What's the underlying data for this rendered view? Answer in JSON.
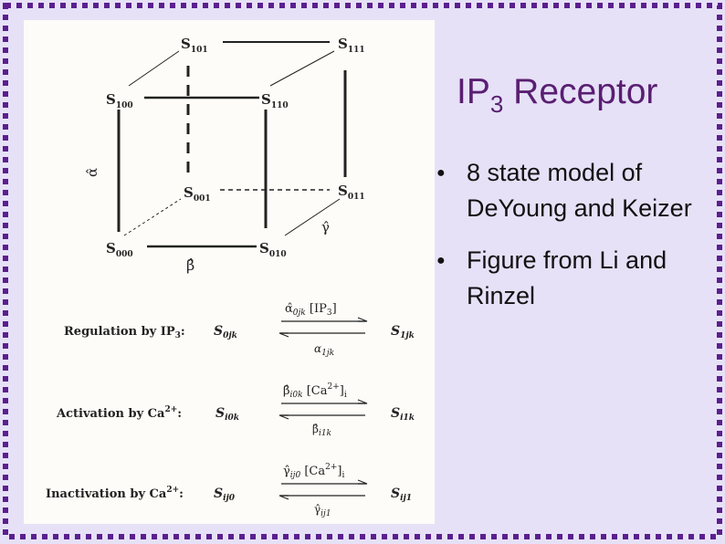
{
  "slide": {
    "title_main": "IP",
    "title_sub": "3",
    "title_rest": " Receptor",
    "bullets": [
      {
        "text": "8 state model of DeYoung and Keizer"
      },
      {
        "text": "Figure from Li and Rinzel"
      }
    ],
    "bullet_glyph": "●",
    "accent_color": "#5a1e72",
    "background_color": "#e6e1f7"
  },
  "figure": {
    "states": {
      "s101": {
        "base": "S",
        "sub": "101"
      },
      "s111": {
        "base": "S",
        "sub": "111"
      },
      "s100": {
        "base": "S",
        "sub": "100"
      },
      "s110": {
        "base": "S",
        "sub": "110"
      },
      "s001": {
        "base": "S",
        "sub": "001"
      },
      "s011": {
        "base": "S",
        "sub": "011"
      },
      "s000": {
        "base": "S",
        "sub": "000"
      },
      "s010": {
        "base": "S",
        "sub": "010"
      }
    },
    "rate_labels": {
      "alpha": "α̂",
      "beta": "β̂",
      "gamma": "γ̂"
    },
    "reactions": [
      {
        "label": "Regulation by IP",
        "label_sub": "3",
        "label_end": ":",
        "left_base": "S",
        "left_sub": "0jk",
        "right_base": "S",
        "right_sub": "1jk",
        "top_base": "α̂",
        "top_sub": "0jk",
        "top_rest": " [IP",
        "top_rest_sub": "3",
        "top_end": "]",
        "bottom_base": "α",
        "bottom_sub": "1jk"
      },
      {
        "label": "Activation by Ca",
        "label_sup": "2+",
        "label_end": ":",
        "left_base": "S",
        "left_sub": "i0k",
        "right_base": "S",
        "right_sub": "i1k",
        "top_base": "β̂",
        "top_sub": "i0k",
        "top_rest": " [Ca",
        "top_sup": "2+",
        "top_end": "]",
        "top_end_sub": "i",
        "bottom_base": "β̂",
        "bottom_sub": "i1k"
      },
      {
        "label": "Inactivation by Ca",
        "label_sup": "2+",
        "label_end": ":",
        "left_base": "S",
        "left_sub": "ij0",
        "right_base": "S",
        "right_sub": "ij1",
        "top_base": "γ̂",
        "top_sub": "ij0",
        "top_rest": " [Ca",
        "top_sup": "2+",
        "top_end": "]",
        "top_end_sub": "i",
        "bottom_base": "γ̂",
        "bottom_sub": "ij1"
      }
    ]
  }
}
